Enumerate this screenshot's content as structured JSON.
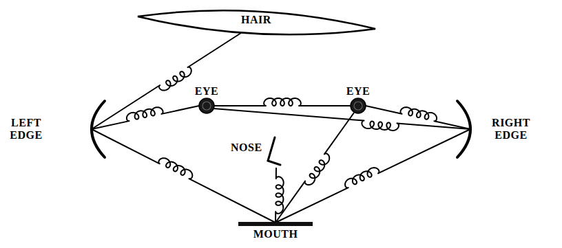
{
  "diagram": {
    "nodes": [
      {
        "text": [
          "HAIR"
        ]
      },
      {
        "text": [
          "EYE"
        ]
      },
      {
        "text": [
          "EYE"
        ]
      },
      {
        "text": [
          "LEFT EDGE"
        ]
      },
      {
        "text": [
          "NOSE"
        ]
      },
      {
        "text": [
          "RIGHT EDGE"
        ]
      },
      {
        "text": [
          "MOUTH"
        ]
      }
    ],
    "edges": [
      {
        "from": 0,
        "to": 3,
        "arrow": "none"
      },
      {
        "from": 3,
        "to": 1,
        "arrow": "none"
      },
      {
        "from": 1,
        "to": 2,
        "arrow": "none"
      },
      {
        "from": 2,
        "to": 5,
        "arrow": "none"
      },
      {
        "from": 1,
        "to": 5,
        "arrow": "none"
      },
      {
        "from": 2,
        "to": 6,
        "arrow": "none"
      },
      {
        "from": 3,
        "to": 6,
        "arrow": "none"
      },
      {
        "from": 4,
        "to": 6,
        "arrow": "none"
      },
      {
        "from": 5,
        "to": 6,
        "arrow": "none"
      }
    ]
  }
}
